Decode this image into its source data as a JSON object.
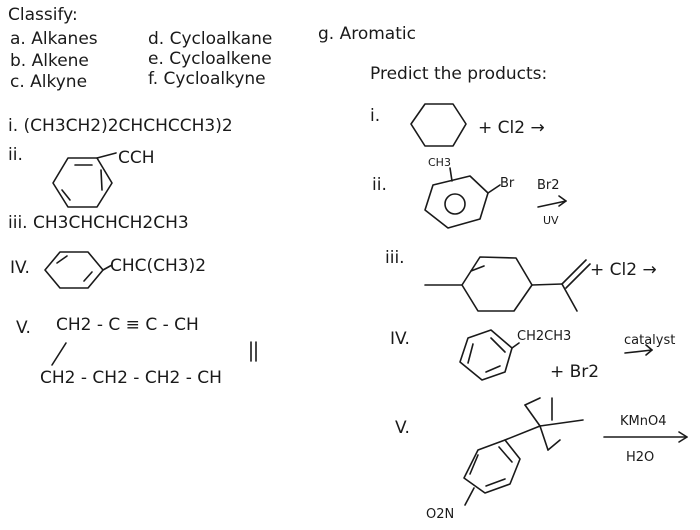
{
  "classify": {
    "heading": "Classify:",
    "opt_a": "a. Alkanes",
    "opt_b": "b. Alkene",
    "opt_c": "c. Alkyne",
    "opt_d": "d. Cycloalkane",
    "opt_e": "e. Cycloalkene",
    "opt_f": "f. Cycloalkyne",
    "opt_g": "g. Aromatic",
    "q1": "i. (CH3CH2)2CHCHCCH3)2",
    "q2_num": "ii.",
    "q2_sub": "CCH",
    "q3": "iii. CH3CHCHCH2CH3",
    "q4_num": "IV.",
    "q4_sub": "CHC(CH3)2",
    "q5_num": "V.",
    "q5_l1": "CH2 - C ≡ C - CH",
    "q5_l2": "CH2 - CH2 - CH2 - CH"
  },
  "products": {
    "heading": "Predict the products:",
    "p1_num": "i.",
    "p1_reagent": "+ Cl2 →",
    "p2_num": "ii.",
    "p2_ch3": "CH3",
    "p2_br": "Br",
    "p2_reagent": "Br2",
    "p2_cond": "UV",
    "p3_num": "iii.",
    "p3_reagent": "+ Cl2 →",
    "p4_num": "IV.",
    "p4_sub": "CH2CH3",
    "p4_reagent": "+ Br2",
    "p4_cat": "catalyst",
    "p5_num": "V.",
    "p5_reagent": "KMnO4",
    "p5_solvent": "H2O",
    "p5_no2": "O2N"
  }
}
